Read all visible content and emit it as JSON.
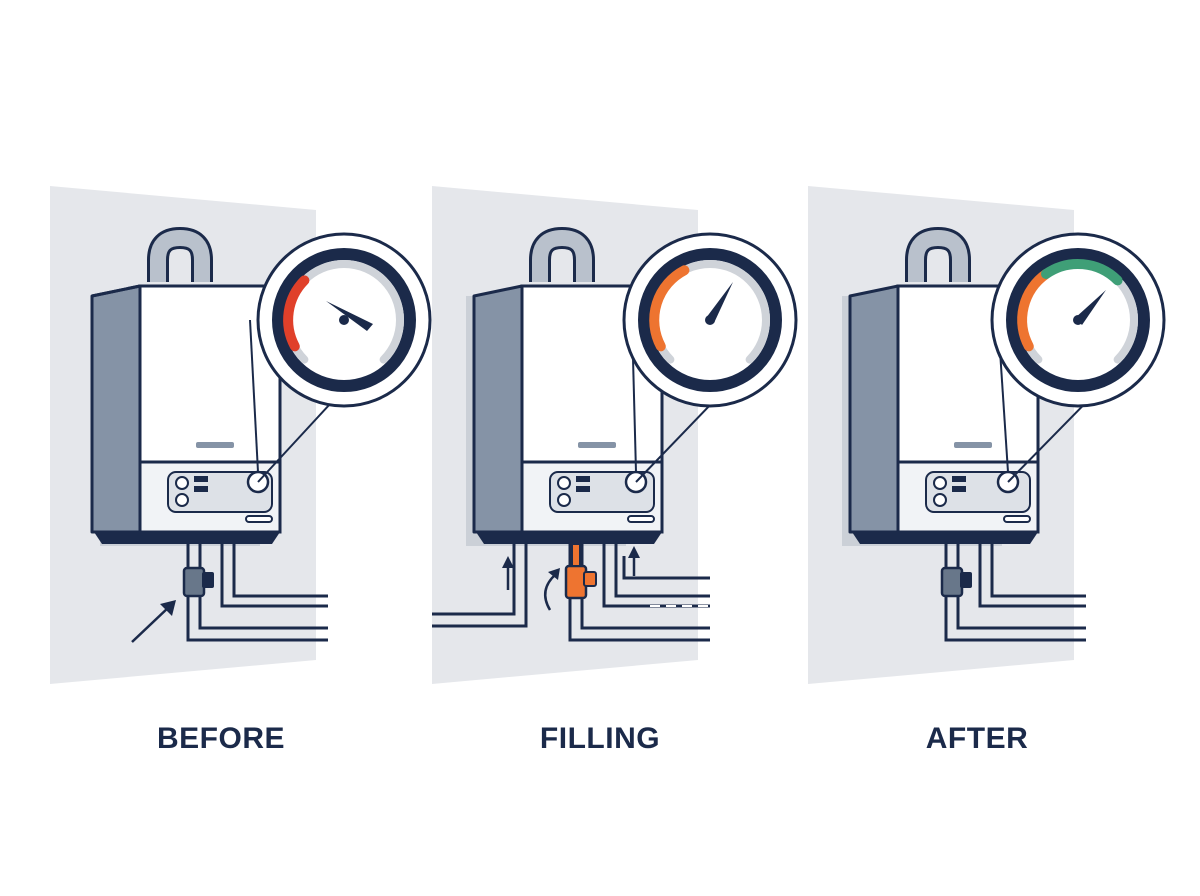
{
  "colors": {
    "navy": "#1b2a4a",
    "wall": "#e5e7eb",
    "boiler_side": "#8593a6",
    "red": "#e0402a",
    "orange": "#ee7430",
    "green": "#3f9f77",
    "gauge_track": "#cfd3d9",
    "valve_gray": "#68778a"
  },
  "stages": [
    {
      "key": "before",
      "label": "BEFORE",
      "needle": "low",
      "arc_colors": [
        "red"
      ],
      "valve": "closed",
      "arrows": [
        "valve-pointer"
      ]
    },
    {
      "key": "filling",
      "label": "FILLING",
      "needle": "middle",
      "arc_colors": [
        "orange"
      ],
      "valve": "open",
      "arrows": [
        "inlet-up",
        "valve-turn",
        "outlet-up"
      ]
    },
    {
      "key": "after",
      "label": "AFTER",
      "needle": "high",
      "arc_colors": [
        "orange",
        "green"
      ],
      "valve": "closed",
      "arrows": []
    }
  ]
}
